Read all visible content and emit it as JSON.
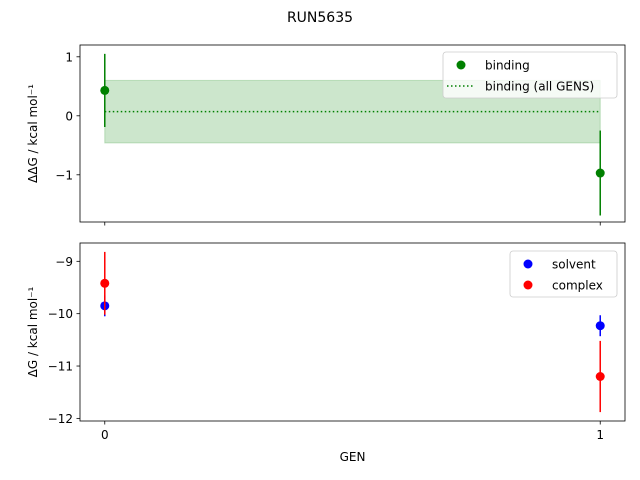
{
  "figure": {
    "title": "RUN5635"
  },
  "chart_data": [
    {
      "type": "scatter",
      "title": "",
      "xlabel": "",
      "ylabel": "ΔΔG / kcal mol⁻¹",
      "x_ticks": [],
      "y_ticks": [
        "1",
        "0",
        "−1"
      ],
      "y_tick_values": [
        1,
        0,
        -1
      ],
      "xlim": [
        -0.05,
        1.05
      ],
      "ylim": [
        -1.8,
        1.2
      ],
      "grid": false,
      "legend_position": "top-right",
      "series": [
        {
          "name": "binding",
          "kind": "points",
          "color": "#008000",
          "x": [
            0,
            1
          ],
          "y": [
            0.43,
            -0.97
          ],
          "yerr": [
            0.62,
            0.72
          ]
        },
        {
          "name": "binding (all GENS)",
          "kind": "mean-line",
          "color": "#008000",
          "x": [
            0,
            1
          ],
          "y": 0.07,
          "band": [
            -0.46,
            0.6
          ]
        }
      ]
    },
    {
      "type": "scatter",
      "title": "",
      "xlabel": "GEN",
      "ylabel": "ΔG / kcal mol⁻¹",
      "x_ticks": [
        "0",
        "1"
      ],
      "x_tick_values": [
        0,
        1
      ],
      "y_ticks": [
        "−9",
        "−10",
        "−11",
        "−12"
      ],
      "y_tick_values": [
        -9,
        -10,
        -11,
        -12
      ],
      "xlim": [
        -0.05,
        1.05
      ],
      "ylim": [
        -12.05,
        -8.65
      ],
      "grid": false,
      "legend_position": "top-right",
      "series": [
        {
          "name": "solvent",
          "kind": "points",
          "color": "#0000ff",
          "x": [
            0,
            1
          ],
          "y": [
            -9.85,
            -10.23
          ],
          "yerr": [
            0.2,
            0.2
          ]
        },
        {
          "name": "complex",
          "kind": "points",
          "color": "#ff0000",
          "x": [
            0,
            1
          ],
          "y": [
            -9.42,
            -11.2
          ],
          "yerr": [
            0.6,
            0.68
          ]
        }
      ]
    }
  ]
}
